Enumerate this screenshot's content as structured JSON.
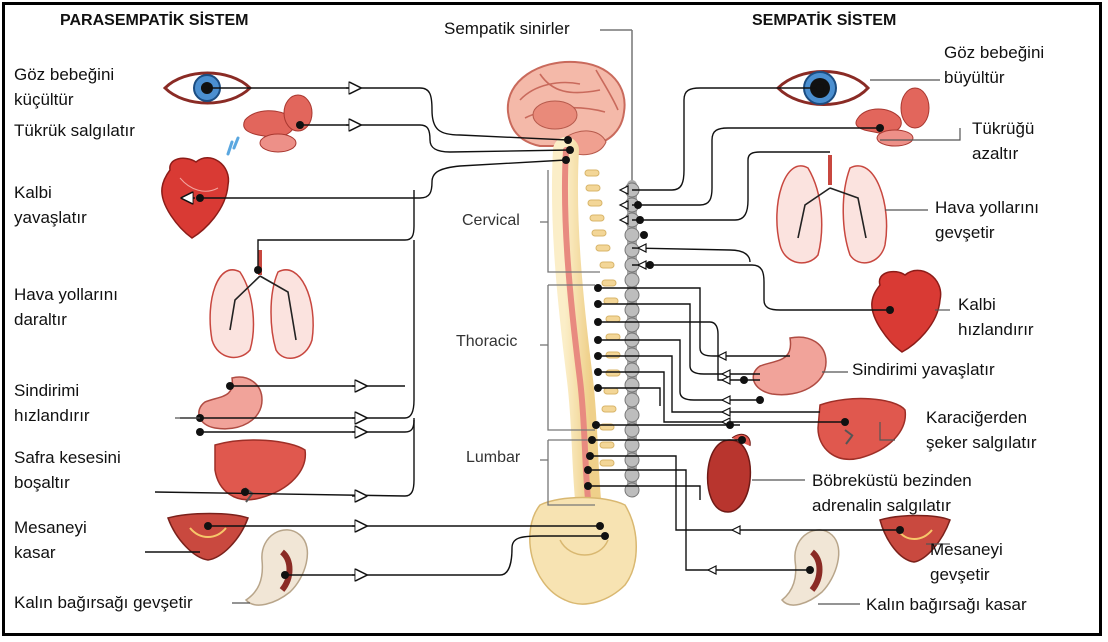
{
  "headings": {
    "parasympathetic": "PARASEMPATİK SİSTEM",
    "sympathetic": "SEMPATİK SİSTEM",
    "sympathetic_nerves": "Sempatik sinirler"
  },
  "regions": {
    "cervical": "Cervical",
    "thoracic": "Thoracic",
    "lumbar": "Lumbar"
  },
  "parasympathetic_effects": {
    "pupil": "Göz bebeğini\nküçültür",
    "saliva": "Tükrük salgılatır",
    "heart": "Kalbi\nyavaşlatır",
    "airways": "Hava yollarını\ndaraltır",
    "digestion": "Sindirimi\nhızlandırır",
    "gallbladder": "Safra kesesini\nboşaltır",
    "bladder": "Mesaneyi\nkasar",
    "colon": "Kalın bağırsağı gevşetir"
  },
  "sympathetic_effects": {
    "pupil": "Göz bebeğini\nbüyültür",
    "saliva": "Tükrüğü\nazaltır",
    "airways": "Hava yollarını\ngevşetir",
    "heart": "Kalbi\nhızlandırır",
    "digestion": "Sindirimi yavaşlatır",
    "liver": "Karaciğerden\nşeker salgılatır",
    "adrenal": "Böbreküstü bezinden\nadrenalin salgılatır",
    "bladder": "Mesaneyi\ngevşetir",
    "colon": "Kalın bağırsağı kasar"
  },
  "colors": {
    "nerve_line": "#111111",
    "spine_bone": "#f5dca0",
    "spinal_cord": "#e88a80",
    "organ_red": "#d9453d",
    "organ_pink": "#f2b4aa",
    "chain_gray": "#a9a9a9"
  }
}
